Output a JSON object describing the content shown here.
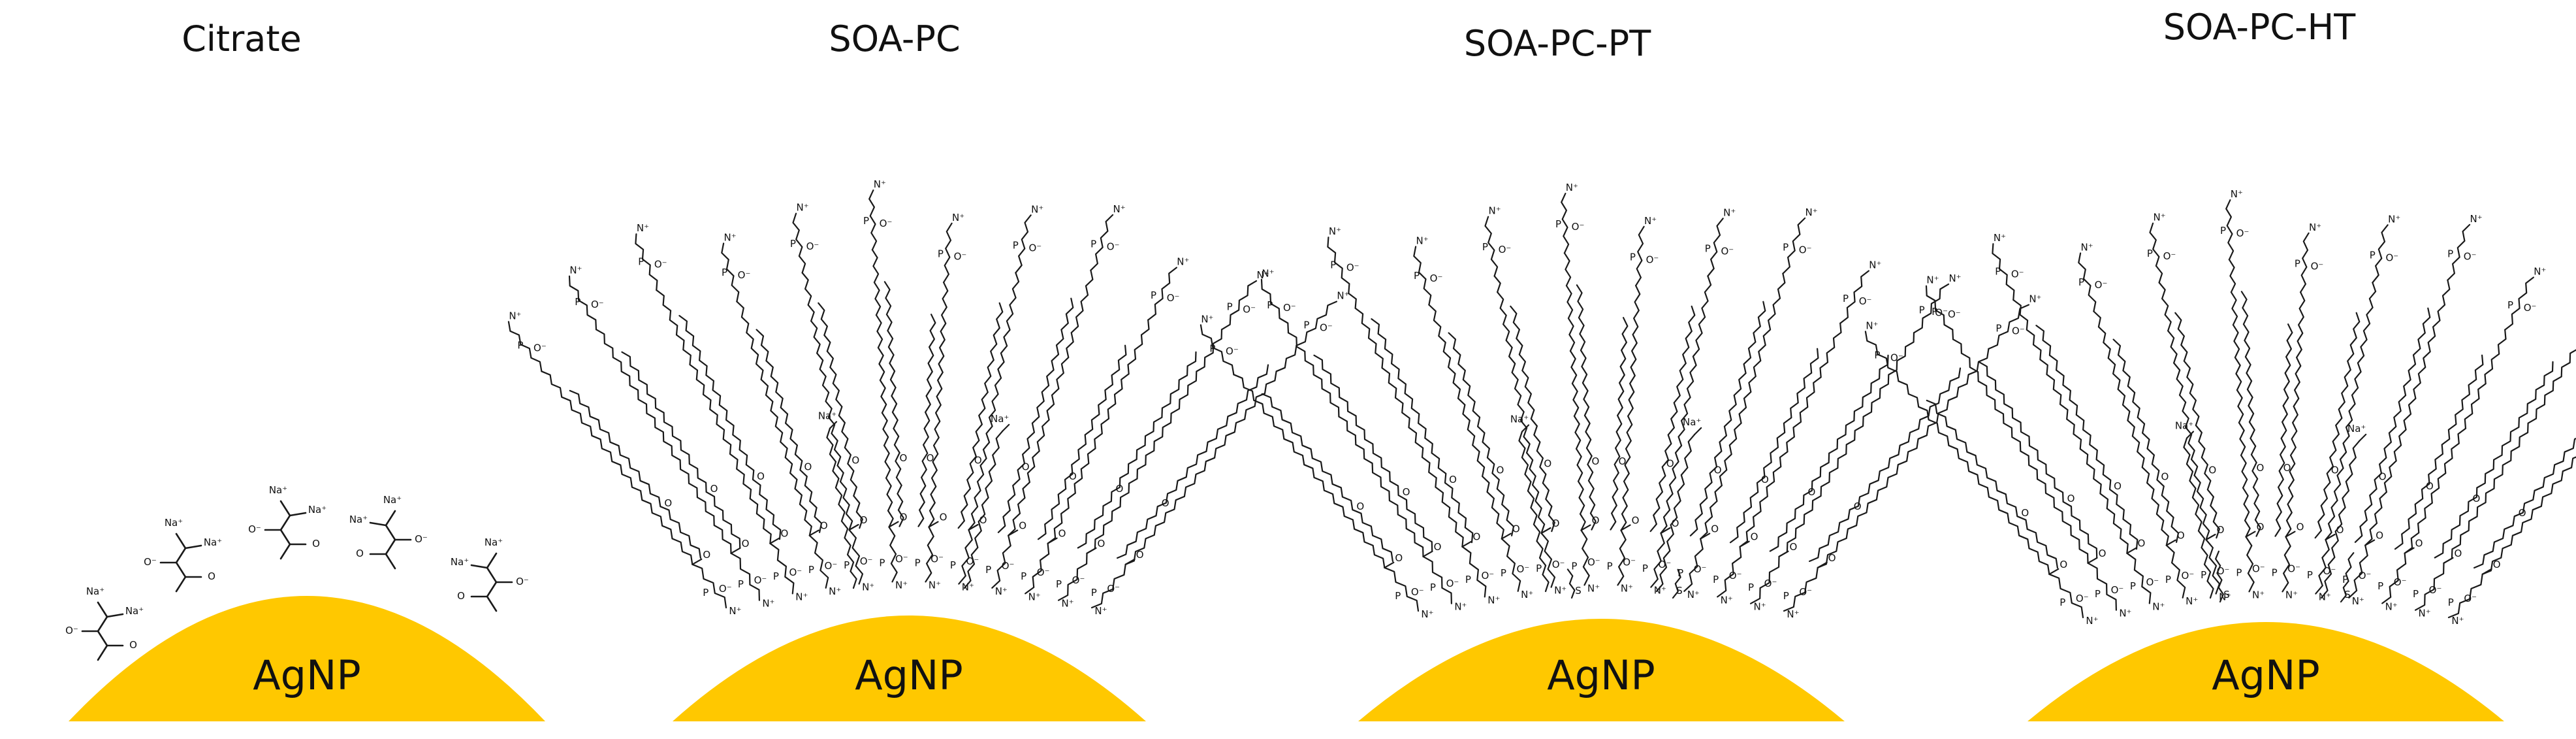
{
  "panels": [
    {
      "id": "citrate",
      "title": "Citrate",
      "particle_label": "AgNP",
      "ligand": "citrate"
    },
    {
      "id": "soa-pc",
      "title": "SOA-PC",
      "particle_label": "AgNP",
      "ligand": "pc"
    },
    {
      "id": "soa-pc-pt",
      "title": "SOA-PC-PT",
      "particle_label": "AgNP",
      "ligand": "pc",
      "spacer": "pt"
    },
    {
      "id": "soa-pc-ht",
      "title": "SOA-PC-HT",
      "particle_label": "AgNP",
      "ligand": "pc",
      "spacer": "ht"
    }
  ],
  "atom_labels": {
    "sodium": "Na⁺",
    "oxide": "O⁻",
    "nitrogen": "N⁺",
    "phosphorus": "P",
    "oxygen": "O",
    "sulfur": "S"
  },
  "colors": {
    "nanoparticle": "#FFC800",
    "lipid": "#1a1a1a",
    "oleate": "#E8402A",
    "propanethiol": "#3B46C9",
    "hexanethiol": "#1FBF3A"
  }
}
